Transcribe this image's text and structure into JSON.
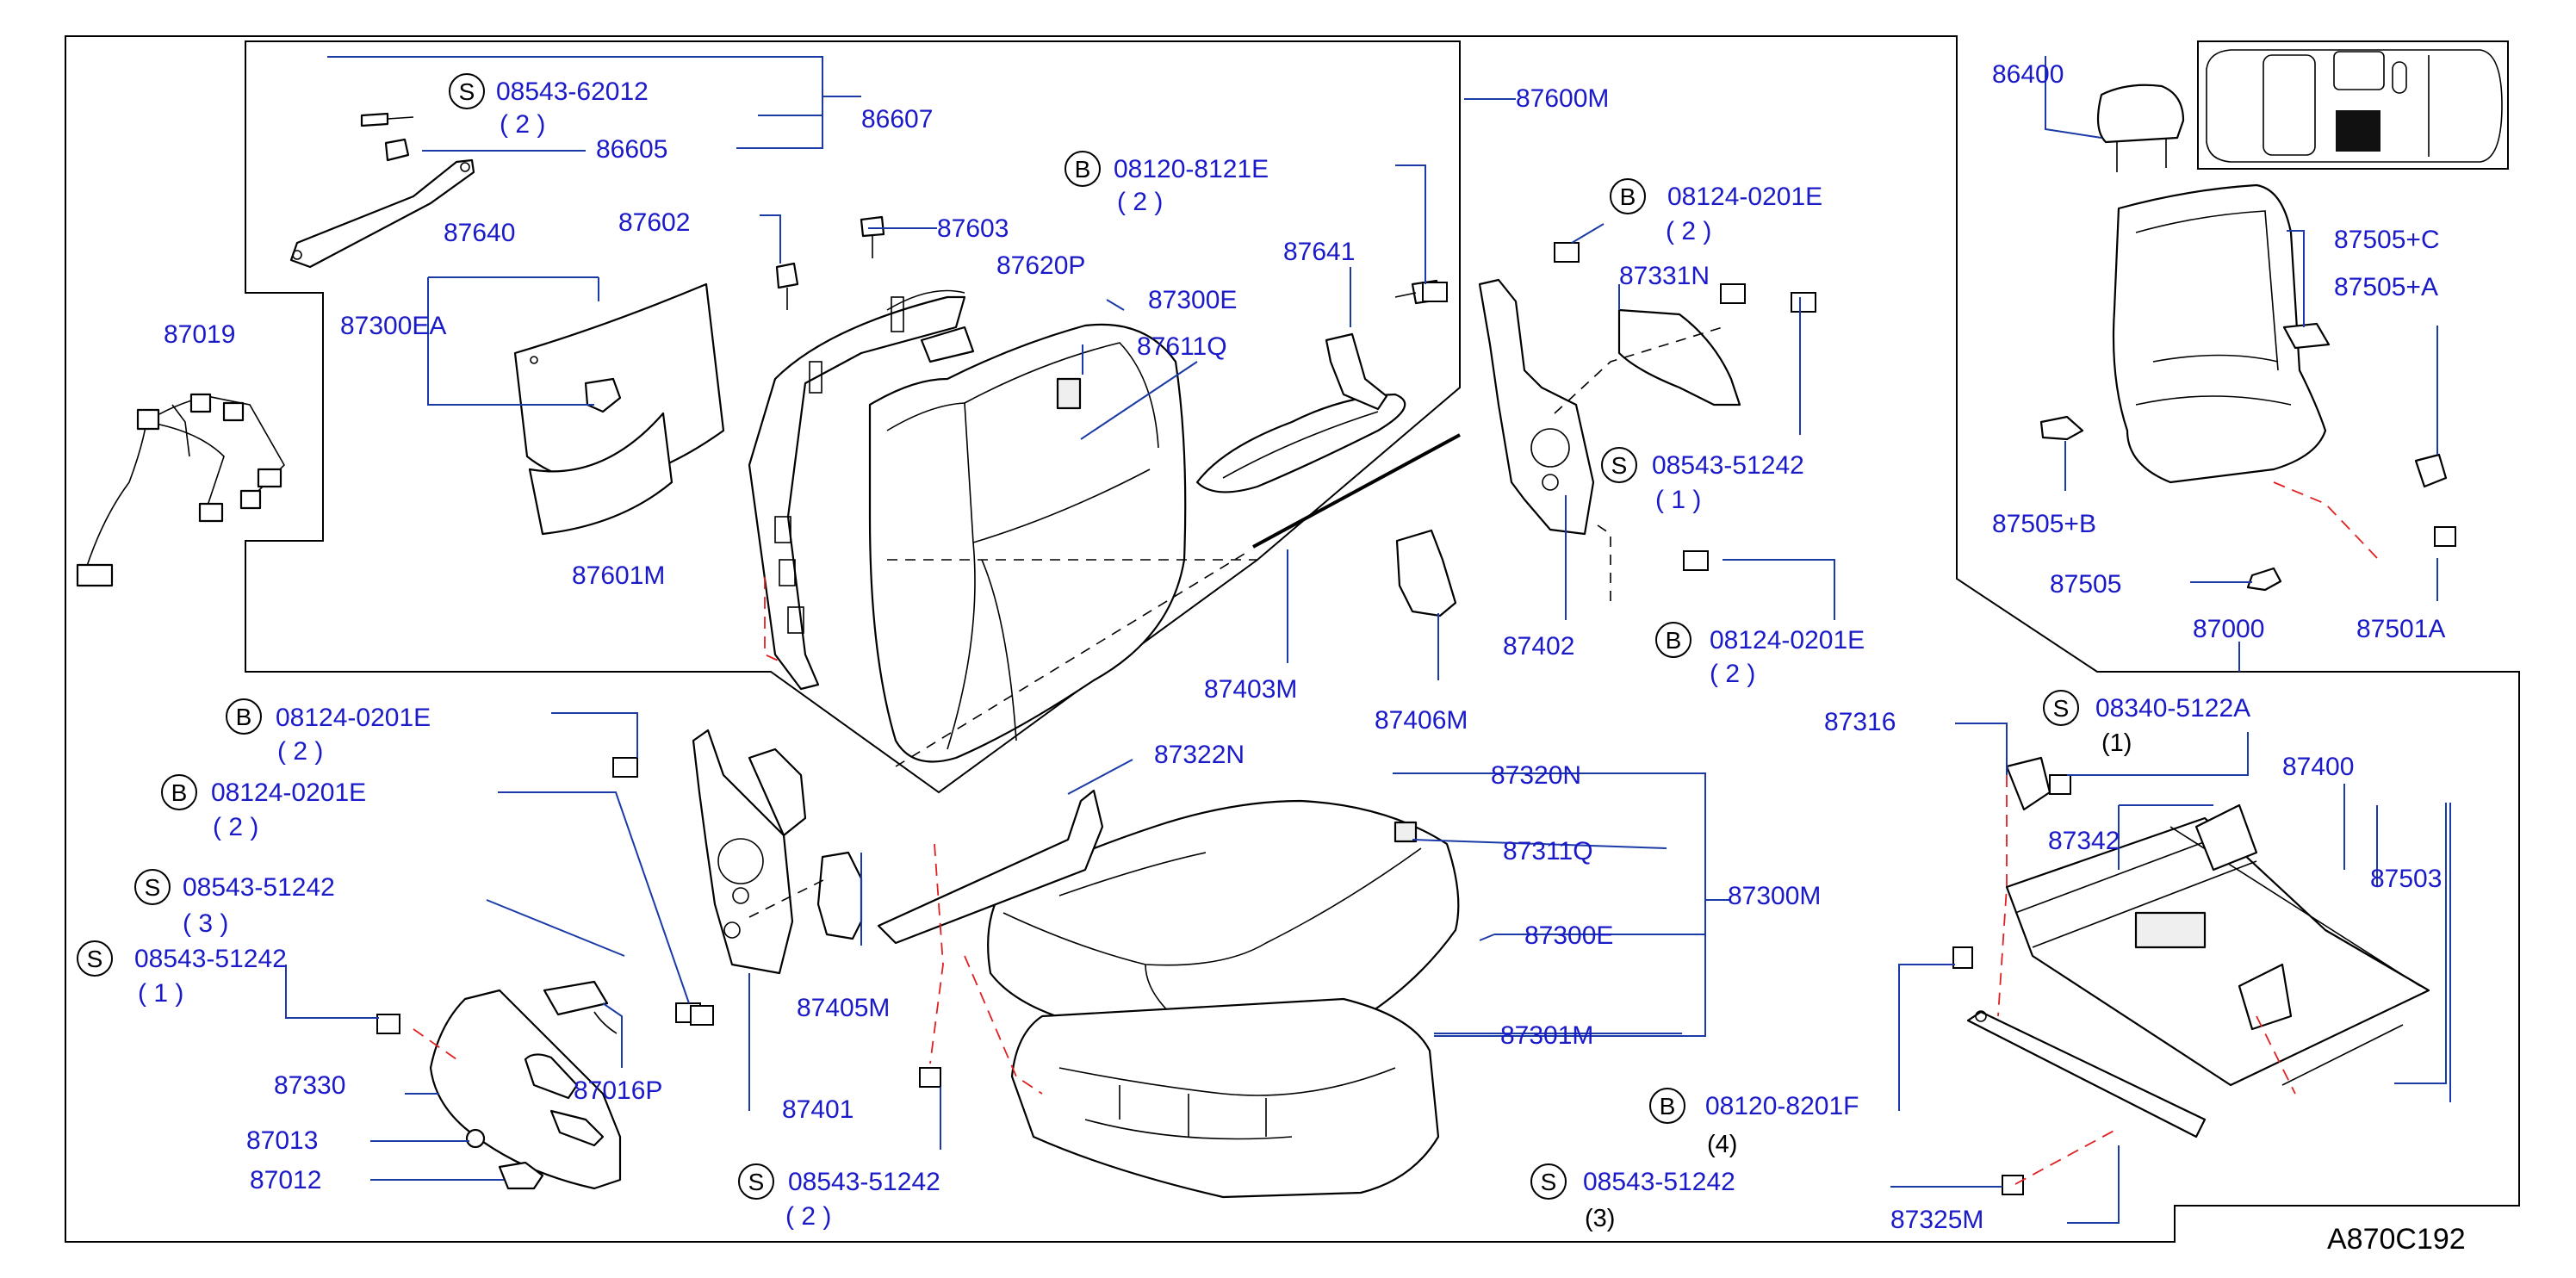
{
  "diagram": {
    "reference_code": "A870C192",
    "colors": {
      "label": "#1a1ac8",
      "leader": "#1a3aa8",
      "red_dash": "#e02020"
    },
    "labels": {
      "p86607": "86607",
      "p86605": "86605",
      "s08543_62012": "08543-62012",
      "q_s08543_62012": "( 2 )",
      "p87600M": "87600M",
      "b08120_8121E": "08120-8121E",
      "q_b08120_8121E": "( 2 )",
      "p87640": "87640",
      "p87602": "87602",
      "p87603": "87603",
      "p87620P": "87620P",
      "p87300E_top": "87300E",
      "p87641": "87641",
      "p87611Q": "87611Q",
      "p87300EA": "87300EA",
      "p87019": "87019",
      "p87601M": "87601M",
      "b08124_0201E_top": "08124-0201E",
      "q_b08124_0201E_top": "( 2 )",
      "p87331N": "87331N",
      "s08543_51242_top": "08543-51242",
      "q_s08543_51242_top": "( 1 )",
      "p87402": "87402",
      "b08124_0201E_mid": "08124-0201E",
      "q_b08124_0201E_mid": "( 2 )",
      "p87403M": "87403M",
      "p87406M": "87406M",
      "p86400": "86400",
      "p87505C": "87505+C",
      "p87505A": "87505+A",
      "p87505B": "87505+B",
      "p87505": "87505",
      "p87000": "87000",
      "p87501A": "87501A",
      "b08124_0201E_l1": "08124-0201E",
      "q_b08124_0201E_l1": "( 2 )",
      "b08124_0201E_l2": "08124-0201E",
      "q_b08124_0201E_l2": "( 2 )",
      "s08543_51242_l1": "08543-51242",
      "q_s08543_51242_l1": "( 3 )",
      "s08543_51242_l2": "08543-51242",
      "q_s08543_51242_l2": "( 1 )",
      "p87322N": "87322N",
      "p87320N": "87320N",
      "p87311Q": "87311Q",
      "p87300M": "87300M",
      "p87300E_bot": "87300E",
      "p87301M": "87301M",
      "p87405M": "87405M",
      "p87330": "87330",
      "p87016P": "87016P",
      "p87401": "87401",
      "p87013": "87013",
      "p87012": "87012",
      "s08543_51242_b": "08543-51242",
      "q_s08543_51242_b": "( 2 )",
      "p87316": "87316",
      "s08340_5122A": "08340-5122A",
      "q_s08340_5122A": "(1)",
      "p87400": "87400",
      "p87342": "87342",
      "p87503": "87503",
      "b08120_8201F": "08120-8201F",
      "q_b08120_8201F": "(4)",
      "s08543_51242_r": "08543-51242",
      "q_s08543_51242_r": "(3)",
      "p87325M": "87325M"
    },
    "badges": {
      "S": "S",
      "B": "B"
    }
  }
}
